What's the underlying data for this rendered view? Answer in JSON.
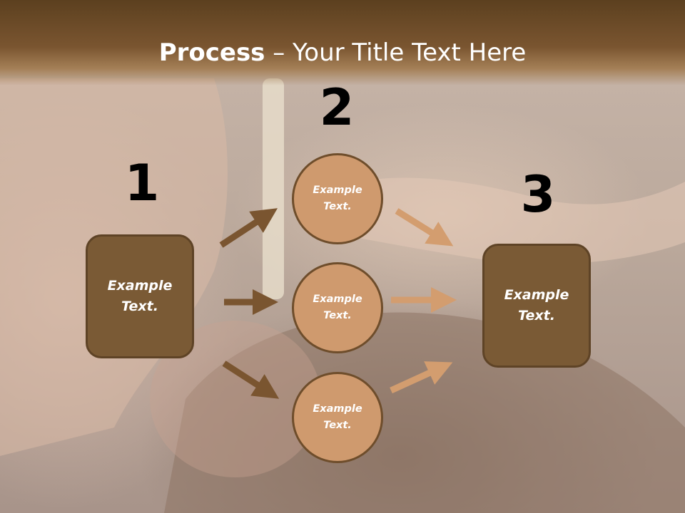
{
  "title": {
    "bold": "Process",
    "rest": " – Your Title Text Here"
  },
  "steps": {
    "step1_number": "1",
    "step2_number": "2",
    "step3_number": "3"
  },
  "boxes": {
    "left_text": "Example Text.",
    "right_text": "Example Text."
  },
  "circles": [
    {
      "text": "Example Text."
    },
    {
      "text": "Example Text."
    },
    {
      "text": "Example Text."
    }
  ],
  "colors": {
    "title_bar": "#6b4a26",
    "box_fill": "#7a5a35",
    "circle_fill": "#cf9a6e",
    "arrow_dark": "#7a5530",
    "arrow_light": "#d39d6f"
  }
}
